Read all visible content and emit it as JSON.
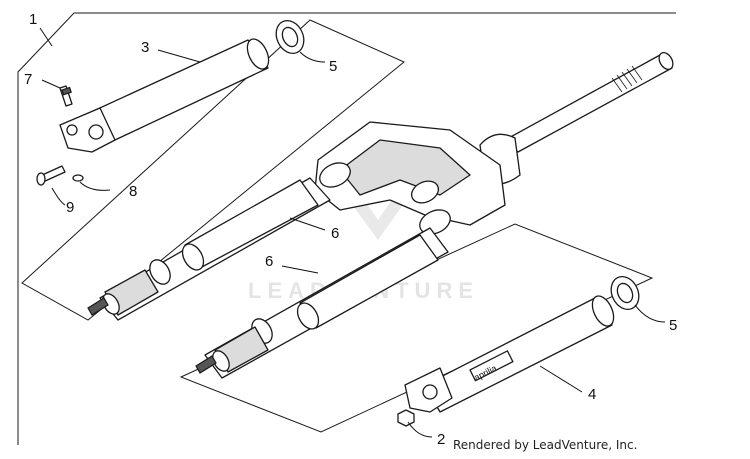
{
  "callouts": {
    "c1": "1",
    "c2": "2",
    "c3": "3",
    "c4": "4",
    "c5a": "5",
    "c5b": "5",
    "c6a": "6",
    "c6b": "6",
    "c7": "7",
    "c8": "8",
    "c9": "9"
  },
  "watermark": {
    "text": "LEADVENTURE"
  },
  "credit": "Rendered by LeadVenture, Inc.",
  "decal": "aprilia",
  "colors": {
    "line": "#1a1a1a",
    "watermark": "#cfcfcf",
    "background": "#ffffff"
  }
}
